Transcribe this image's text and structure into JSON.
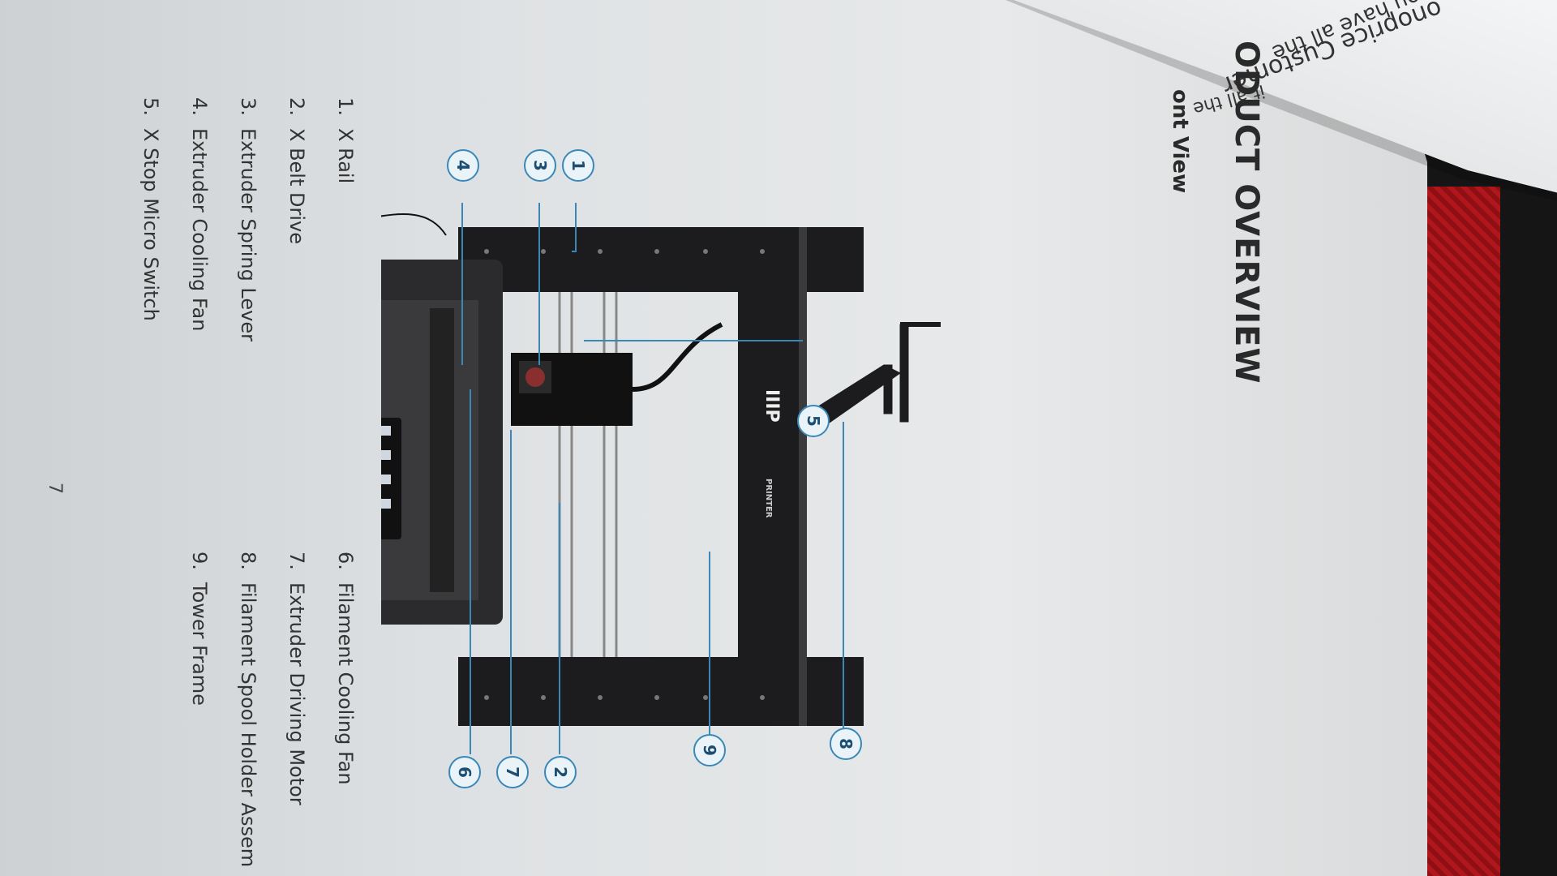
{
  "heading": {
    "title": "ODUCT OVERVIEW",
    "subtitle": "ont View"
  },
  "folded_page": {
    "line1": "sure you have all the",
    "line2": "onoprice Customer",
    "line3": "it all the"
  },
  "parts_left": [
    {
      "num": "1.",
      "label": "X Rail"
    },
    {
      "num": "2.",
      "label": "X Belt Drive"
    },
    {
      "num": "3.",
      "label": "Extruder Spring Lever"
    },
    {
      "num": "4.",
      "label": "Extruder Cooling Fan"
    },
    {
      "num": "5.",
      "label": "X Stop Micro Switch"
    }
  ],
  "parts_right": [
    {
      "num": "6.",
      "label": "Filament Cooling Fan"
    },
    {
      "num": "7.",
      "label": "Extruder Driving Motor"
    },
    {
      "num": "8.",
      "label": "Filament Spool Holder Assem"
    },
    {
      "num": "9.",
      "label": "Tower Frame"
    }
  ],
  "callouts": [
    "1",
    "2",
    "3",
    "4",
    "5",
    "6",
    "7",
    "8",
    "9"
  ],
  "printer": {
    "brand_mark": "IIIP",
    "logo_text": "PRINTER"
  },
  "page_number": "7",
  "colors": {
    "callout_line": "#3a88b8",
    "frame": "#1c1c1e",
    "cloth": "#a0131a"
  }
}
